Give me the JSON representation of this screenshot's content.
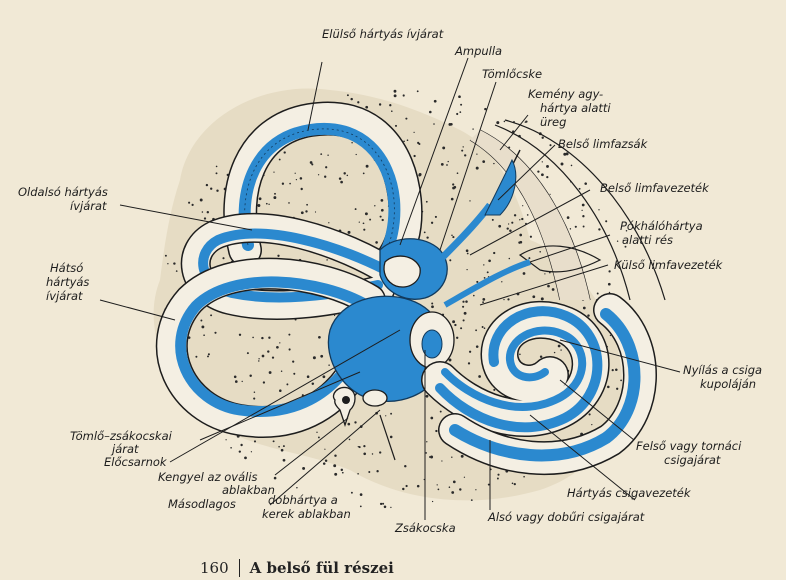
{
  "labels": {
    "anterior_canal": "Elülső hártyás ívjárat",
    "ampulla": "Ampulla",
    "utricle": "Tömlőcske",
    "subdural_space": "Kemény agy-",
    "subdural_space_2": "hártya alatti",
    "subdural_space_3": "üreg",
    "endolymph_sac": "Belső limfazsák",
    "endolymph_duct": "Belső limfavezeték",
    "subarachnoid_1": "Pókhálóhártya",
    "subarachnoid_2": "alatti rés",
    "perilymph_duct": "Külső limfavezeték",
    "lateral_canal_1": "Oldalsó hártyás",
    "lateral_canal_2": "ívjárat",
    "posterior_canal_1": "Hátsó",
    "posterior_canal_2": "hártyás",
    "posterior_canal_3": "ívjárat",
    "helicotrema_1": "Nyílás a csiga",
    "helicotrema_2": "kupoláján",
    "utriculosaccular_1": "Tömlő–zsákocskai",
    "utriculosaccular_2": "járat",
    "vestibule": "Előcsarnok",
    "stapes_1": "Kengyel az ovális",
    "stapes_2": "ablakban",
    "secondary_tympanic_1": "Másodlagos",
    "secondary_tympanic_2": "dobhártya a",
    "secondary_tympanic_3": "kerek  ablakban",
    "scala_vestibuli_1": "Felső vagy tornáci",
    "scala_vestibuli_2": "csigajárat",
    "cochlear_duct": "Hártyás csigavezeték",
    "saccule": "Zsákocska",
    "scala_tympani": "Alsó  vagy dobűri csigajárat"
  },
  "footer": {
    "page_number": "160",
    "page_title": "A belső fül részei"
  },
  "colors": {
    "membranous": "#2b89cf",
    "bone": "#f4efe3",
    "paper": "#f1e9d6",
    "ink": "#1d1d1d"
  }
}
